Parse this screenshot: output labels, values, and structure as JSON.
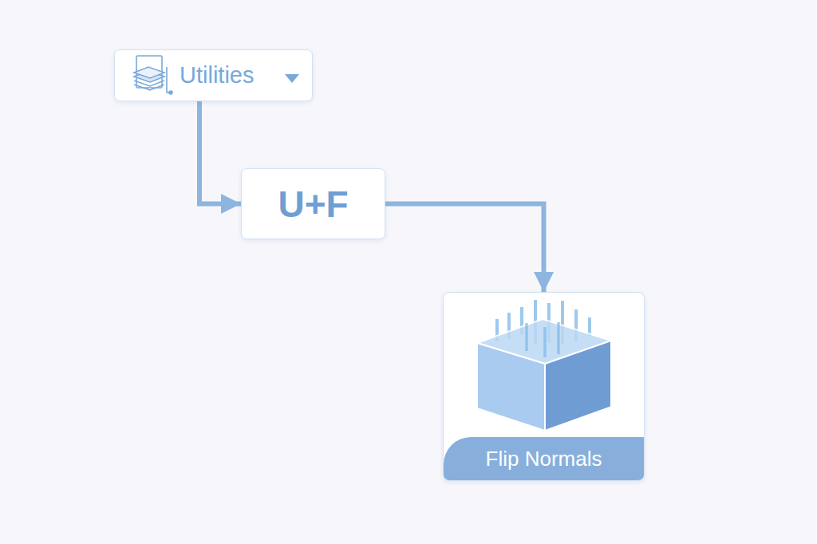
{
  "diagram": {
    "nodes": [
      {
        "text": [
          "Utilities"
        ]
      },
      {
        "text": [
          "U+F"
        ]
      },
      {
        "text": [
          "Flip Normals"
        ]
      }
    ],
    "edges": [
      {
        "from": 0,
        "to": 1,
        "arrow": "to"
      },
      {
        "from": 1,
        "to": 2,
        "arrow": "to"
      }
    ]
  }
}
